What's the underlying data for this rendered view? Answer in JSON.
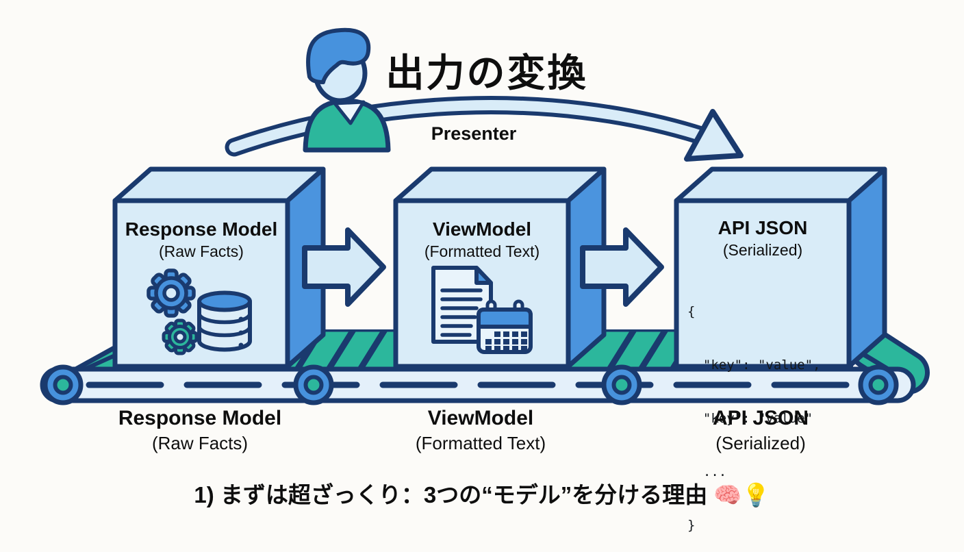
{
  "header": {
    "title": "出力の変換",
    "arrow_label": "Presenter"
  },
  "boxes": [
    {
      "title": "Response Model",
      "subtitle": "(Raw Facts)"
    },
    {
      "title": "ViewModel",
      "subtitle": "(Formatted Text)"
    },
    {
      "title": "API JSON",
      "subtitle": "(Serialized)",
      "code": [
        "{",
        "  \"key\": \"value\",",
        "  \"key\": \"value\"",
        "  ...",
        "}"
      ]
    }
  ],
  "belt_labels": [
    {
      "title": "Response Model",
      "subtitle": "(Raw Facts)"
    },
    {
      "title": "ViewModel",
      "subtitle": "(Formatted Text)"
    },
    {
      "title": "API JSON",
      "subtitle": "(Serialized)"
    }
  ],
  "caption": "1) まずは超ざっくり：3つの“モデル”を分ける理由 🧠💡",
  "icons": {
    "person": "presenter-person-icon",
    "gear_large": "gear-icon",
    "gear_small": "gear-icon-small",
    "database": "database-icon",
    "document": "document-icon",
    "calendar": "calendar-icon",
    "brain_emoji": "🧠",
    "bulb_emoji": "💡"
  },
  "colors": {
    "outline_navy": "#1a3a6e",
    "blue": "#4792dd",
    "teal": "#2cb79c",
    "box_face_light_blue": "#d9ecf8",
    "belt_strip": "#e4f0fa",
    "background": "#fcfbf8",
    "text": "#0e0e0e"
  }
}
